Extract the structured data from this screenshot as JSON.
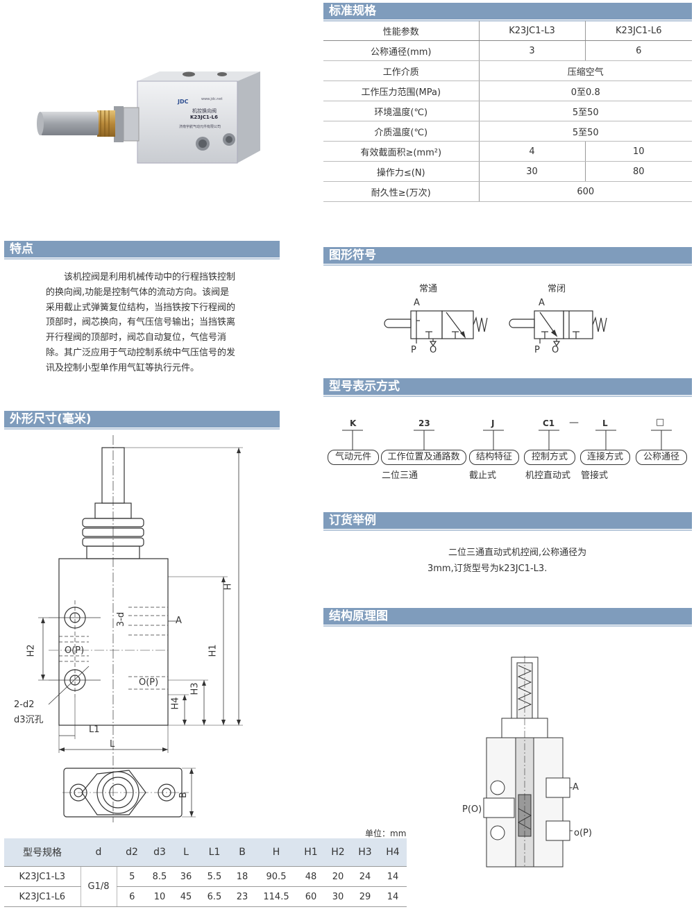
{
  "sections": {
    "spec": "标准规格",
    "features": "特点",
    "dimensions": "外形尺寸(毫米)",
    "symbols": "图形符号",
    "model": "型号表示方式",
    "order": "订货举例",
    "structure": "结构原理图"
  },
  "product_label": {
    "brand": "JDC",
    "url": "www.jdc.net",
    "name": "机控换向阀",
    "model": "K23JC1-L6",
    "company": "济南宇航气动元件有限公司"
  },
  "spec_table": {
    "header": [
      "性能参数",
      "K23JC1-L3",
      "K23JC1-L6"
    ],
    "rows": [
      {
        "param": "公称通径(mm)",
        "l3": "3",
        "l6": "6"
      },
      {
        "param": "工作介质",
        "both": "压缩空气"
      },
      {
        "param": "工作压力范围(MPa)",
        "both": "0至0.8"
      },
      {
        "param": "环境温度(℃)",
        "both": "5至50"
      },
      {
        "param": "介质温度(℃)",
        "both": "5至50"
      },
      {
        "param": "有效截面积≥(mm²)",
        "l3": "4",
        "l6": "10"
      },
      {
        "param": "操作力≤(N)",
        "l3": "30",
        "l6": "80"
      },
      {
        "param": "耐久性≥(万次)",
        "both": "600"
      }
    ]
  },
  "features_text": "该机控阀是利用机械传动中的行程挡铁控制的换向阀,功能是控制气体的流动方向。该阀是采用截止式弹簧复位结构，当挡铁按下行程阀的顶部时，阀芯换向，有气压信号输出；当挡铁离开行程阀的顶部时，阀芯自动复位，气信号消除。其广泛应用于气动控制系统中气压信号的发讯及控制小型单作用气缸等执行元件。",
  "symbols": {
    "no_title": "常通",
    "nc_title": "常闭",
    "port_a": "A",
    "port_p": "P",
    "port_o": "O"
  },
  "model_code": {
    "codes": [
      "K",
      "23",
      "J",
      "C1",
      "—",
      "L",
      "□"
    ],
    "labels": [
      "气动元件",
      "工作位置及通路数",
      "结构特征",
      "控制方式",
      "连接方式",
      "公称通径"
    ],
    "subs": [
      "二位三通",
      "截止式",
      "机控直动式",
      "管接式"
    ]
  },
  "order_example": {
    "line1": "二位三通直动式机控阀,公称通径为",
    "line2": "3mm,订货型号为k23JC1-L3."
  },
  "drawing_labels": {
    "H": "H",
    "H1": "H1",
    "H2": "H2",
    "H3": "H3",
    "H4": "H4",
    "L": "L",
    "L1": "L1",
    "B": "B",
    "A": "A",
    "OP": "O(P)",
    "d3": "3-d",
    "d2": "2-d2",
    "d3hole": "d3沉孔"
  },
  "structure_labels": {
    "A": "A",
    "P": "P(O)",
    "O": "o(P)"
  },
  "unit_note": "单位：mm",
  "dim_table": {
    "header": [
      "型号规格",
      "d",
      "d2",
      "d3",
      "L",
      "L1",
      "B",
      "H",
      "H1",
      "H2",
      "H3",
      "H4"
    ],
    "d_value": "G1/8",
    "rows": [
      {
        "model": "K23JC1-L3",
        "vals": [
          "5",
          "8.5",
          "36",
          "5.5",
          "18",
          "90.5",
          "48",
          "20",
          "24",
          "14"
        ]
      },
      {
        "model": "K23JC1-L6",
        "vals": [
          "6",
          "10",
          "45",
          "6.5",
          "23",
          "114.5",
          "60",
          "30",
          "29",
          "14"
        ]
      }
    ]
  }
}
